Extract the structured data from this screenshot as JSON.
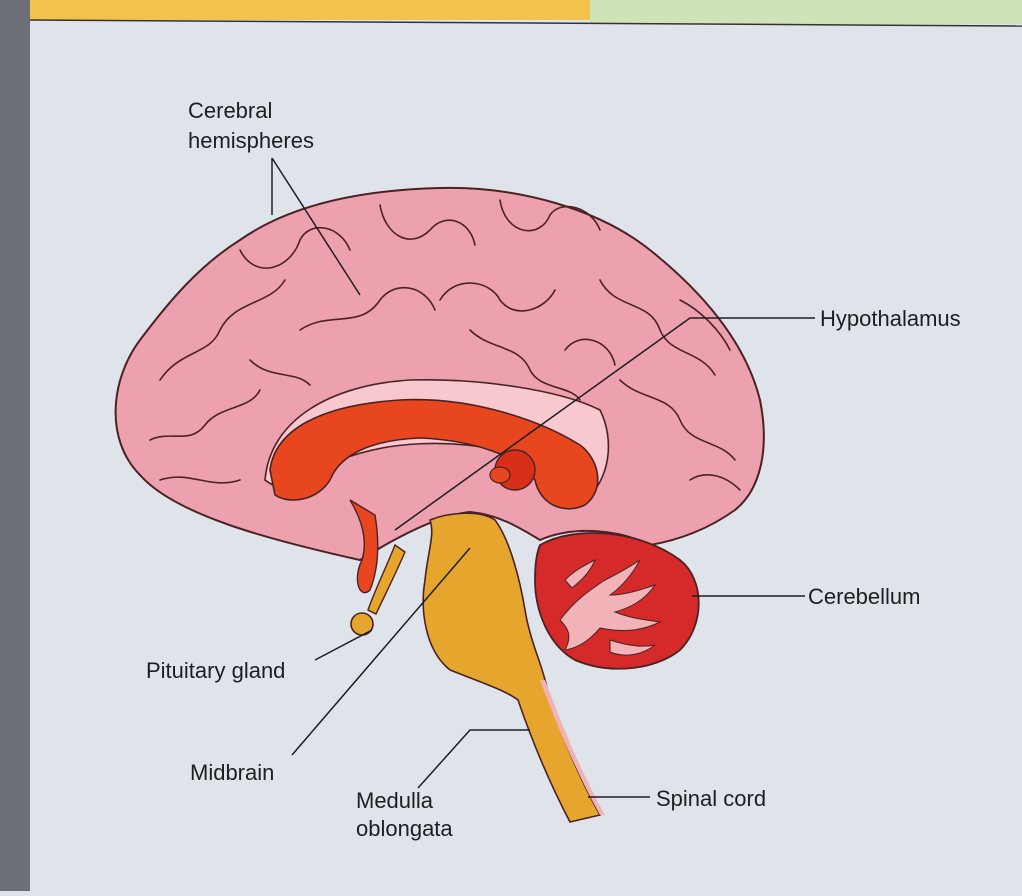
{
  "diagram": {
    "labels": {
      "cerebral_line1": "Cerebral",
      "cerebral_line2": "hemispheres",
      "hypothalamus": "Hypothalamus",
      "cerebellum": "Cerebellum",
      "pituitary": "Pituitary gland",
      "midbrain": "Midbrain",
      "medulla_line1": "Medulla",
      "medulla_line2": "oblongata",
      "spinal_cord": "Spinal cord"
    },
    "colors": {
      "cortex": "#eda0ad",
      "cortex_light": "#f7c9cf",
      "outline": "#4a2226",
      "ventricle": "#e8461e",
      "brainstem": "#e6a62e",
      "cerebellum": "#d62a2a",
      "cerebellum_branch": "#f2b3b8",
      "page": "#dfe4ea",
      "top_band_left": "#f2c24a",
      "top_band_right": "#cfe3b8"
    }
  }
}
